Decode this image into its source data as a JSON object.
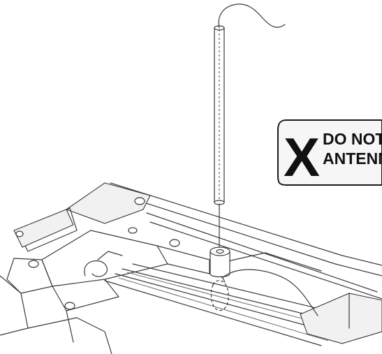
{
  "warning": {
    "symbol": "X",
    "line1": "DO NOT",
    "line2": "ANTENNA"
  },
  "colors": {
    "line": "#3a3a3a",
    "badge_fill": "#f6f6f6",
    "text": "#111111"
  }
}
